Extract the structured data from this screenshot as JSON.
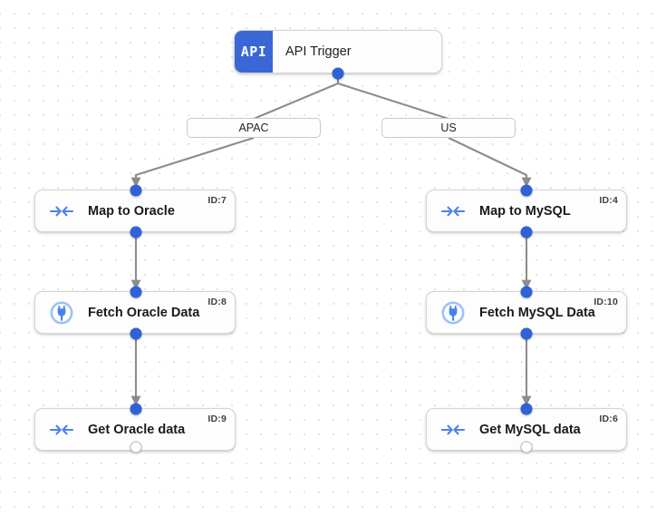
{
  "canvas": {
    "background_color": "#ffffff",
    "dot_color": "#e3e3e3",
    "edge_color": "#8c8c8c",
    "accent_color": "#2f62d8",
    "api_block_color": "#3b66d6"
  },
  "trigger": {
    "icon_text": "API",
    "icon_name": "api-icon",
    "label": "API Trigger"
  },
  "branches": [
    {
      "label": "APAC"
    },
    {
      "label": "US"
    }
  ],
  "nodes": [
    {
      "title": "Map to Oracle",
      "id_label": "ID:7",
      "icon": "map-arrows-icon",
      "column": "left"
    },
    {
      "title": "Fetch Oracle Data",
      "id_label": "ID:8",
      "icon": "connector-plug-icon",
      "column": "left"
    },
    {
      "title": "Get Oracle data",
      "id_label": "ID:9",
      "icon": "map-arrows-icon",
      "column": "left"
    },
    {
      "title": "Map to MySQL",
      "id_label": "ID:4",
      "icon": "map-arrows-icon",
      "column": "right"
    },
    {
      "title": "Fetch MySQL Data",
      "id_label": "ID:10",
      "icon": "connector-plug-icon",
      "column": "right"
    },
    {
      "title": "Get MySQL data",
      "id_label": "ID:6",
      "icon": "map-arrows-icon",
      "column": "right"
    }
  ]
}
